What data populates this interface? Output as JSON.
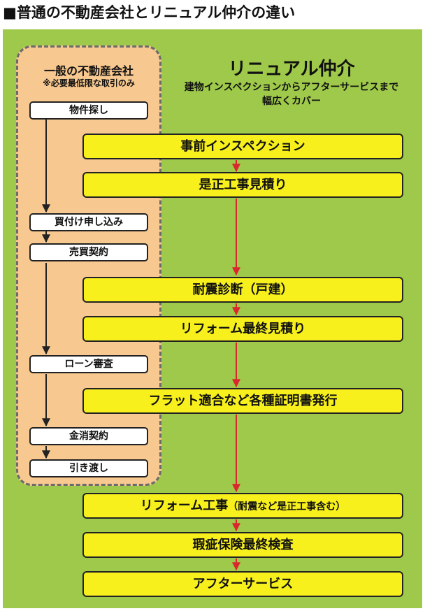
{
  "title": "■普通の不動産会社とリニュアル仲介の違い",
  "left": {
    "title": "一般の不動産会社",
    "subtitle": "※必要最低限な取引のみ",
    "steps": [
      "物件探し",
      "買付け申し込み",
      "売買契約",
      "ローン審査",
      "金消契約",
      "引き渡し"
    ]
  },
  "right": {
    "title": "リニュアル仲介",
    "subtitle_line1": "建物インスペクションからアフターサービスまで",
    "subtitle_line2": "幅広くカバー",
    "steps": [
      {
        "label": "事前インスペクション",
        "sub": ""
      },
      {
        "label": "是正工事見積り",
        "sub": ""
      },
      {
        "label": "耐震診断（戸建）",
        "sub": ""
      },
      {
        "label": "リフォーム最終見積り",
        "sub": ""
      },
      {
        "label": "フラット適合など各種証明書発行",
        "sub": ""
      },
      {
        "label": "リフォーム工事",
        "sub": "（耐震など是正工事含む）"
      },
      {
        "label": "瑕疵保険最終検査",
        "sub": ""
      },
      {
        "label": "アフターサービス",
        "sub": ""
      }
    ]
  },
  "colors": {
    "panel": "#9fc94a",
    "left_box": "#f7c88f",
    "step_highlight": "#f7f01d",
    "arrow_red": "#d8282e",
    "arrow_dark": "#222222"
  }
}
